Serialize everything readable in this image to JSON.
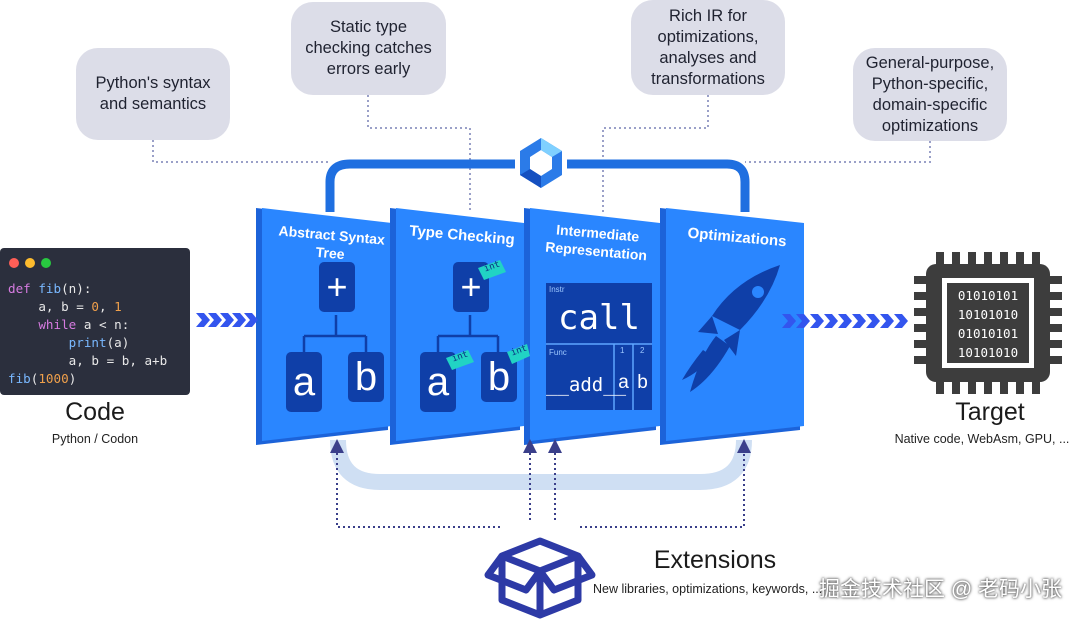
{
  "bubbles": {
    "syntax": "Python's syntax\nand semantics",
    "static": "Static type\nchecking catches\nerrors early",
    "ir": "Rich IR for\noptimizations,\nanalyses and\ntransformations",
    "opt": "General-purpose,\nPython-specific,\ndomain-specific\noptimizations"
  },
  "code": {
    "lines": [
      "def fib(n):",
      "    a, b = 0, 1",
      "    while a < n:",
      "        print(a)",
      "        a, b = b, a+b",
      "fib(1000)"
    ],
    "title": "Code",
    "subtitle": "Python / Codon"
  },
  "panels": {
    "ast": {
      "title": "Abstract Syntax Tree",
      "op": "+",
      "left": "a",
      "right": "b"
    },
    "types": {
      "title": "Type Checking",
      "op": "+",
      "left": "a",
      "right": "b",
      "tag": "int"
    },
    "ir": {
      "title": "Intermediate\nRepresentation",
      "instr_label": "Instr",
      "instr": "call",
      "func_label": "Func",
      "func": "__add__",
      "arg1_label": "1",
      "arg2_label": "2",
      "arg1": "a",
      "arg2": "b"
    },
    "opt": {
      "title": "Optimizations"
    }
  },
  "target": {
    "title": "Target",
    "subtitle": "Native code, WebAsm, GPU, ...",
    "bits": [
      "01010101",
      "10101010",
      "01010101",
      "10101010"
    ]
  },
  "extensions": {
    "title": "Extensions",
    "subtitle": "New libraries, optimizations, keywords, ..."
  },
  "watermark": "掘金技术社区 @ 老码小张",
  "colors": {
    "panel": "#2a86ff",
    "panel_dark": "#1c63d9",
    "arrow": "#3355ee",
    "feedback": "#cfdff3",
    "chip": "#3d3d3d"
  }
}
